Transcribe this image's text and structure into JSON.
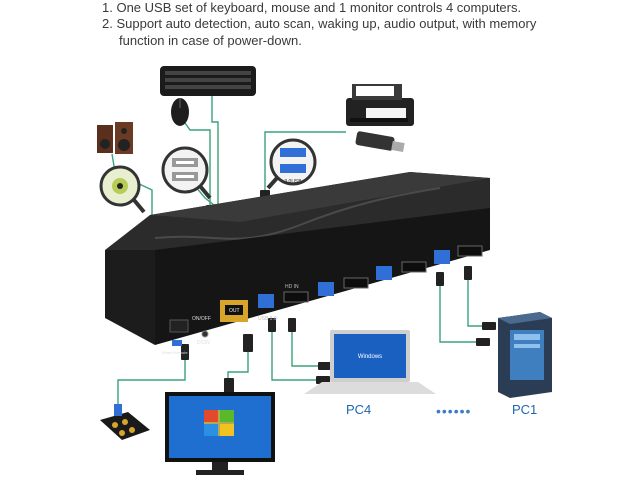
{
  "features": [
    "1. One USB set of keyboard, mouse and 1 monitor controls 4 computers.",
    "2. Support auto detection, auto scan, waking up, audio output, with memory",
    "function in case of power-down."
  ],
  "kvm": {
    "on_off": "ON/OFF",
    "dc5v": "DC5V",
    "wired_remote": "Wired Remote",
    "out": "OUT",
    "usb_label": "USB 3.0",
    "usb_gen_label": "3.0USB",
    "in_label": "HD IN"
  },
  "pc_labels": {
    "left": "PC4",
    "right": "PC1",
    "separator": "••••••"
  },
  "laptop_screen": "Windows",
  "colors": {
    "cable": "#3ca37a",
    "usb_blue": "#2f6fd6",
    "hdmi_gold": "#d7a52a",
    "label_blue": "#1f66b0"
  }
}
